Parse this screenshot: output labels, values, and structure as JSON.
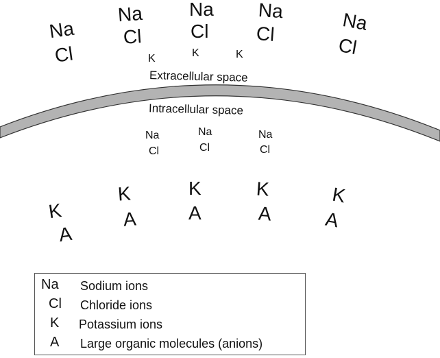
{
  "regions": {
    "extracellular": "Extracellular space",
    "intracellular": "Intracellular space"
  },
  "ions": {
    "sodium": "Na",
    "chloride": "Cl",
    "potassium": "K",
    "anion": "A"
  },
  "legend": [
    {
      "symbol": "Na",
      "label": "Sodium ions"
    },
    {
      "symbol": "Cl",
      "label": "Chloride ions"
    },
    {
      "symbol": "K",
      "label": "Potassium ions"
    },
    {
      "symbol": "A",
      "label": "Large organic molecules (anions)"
    }
  ],
  "colors": {
    "membrane_fill": "#b3b3b3",
    "membrane_stroke": "#333333"
  }
}
